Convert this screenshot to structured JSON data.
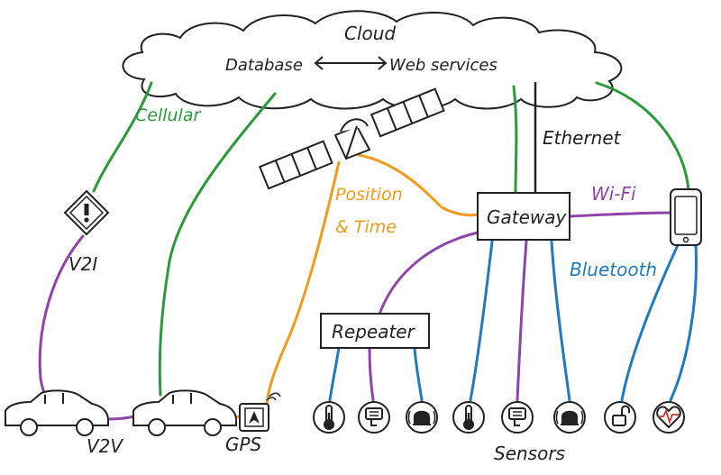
{
  "cloud": {
    "title": "Cloud",
    "left_label": "Database",
    "right_label": "Web services"
  },
  "links": {
    "cellular": "Cellular",
    "ethernet": "Ethernet",
    "position_time_line1": "Position",
    "position_time_line2": "& Time",
    "wifi": "Wi-Fi",
    "bluetooth": "Bluetooth",
    "v2i": "V2I",
    "v2v": "V2V"
  },
  "nodes": {
    "gateway": "Gateway",
    "repeater": "Repeater",
    "gps": "GPS",
    "sensors": "Sensors"
  },
  "colors": {
    "green": "#2a9a3a",
    "orange": "#f29a1a",
    "purple": "#8e44a8",
    "blue": "#1f7ac0",
    "ink": "#222222"
  },
  "icons": [
    "satellite-icon",
    "warning-sign-icon",
    "car-icon",
    "gps-device-icon",
    "smartphone-icon",
    "thermometer-icon",
    "meter-icon",
    "alarm-icon",
    "lock-icon",
    "heart-monitor-icon"
  ]
}
